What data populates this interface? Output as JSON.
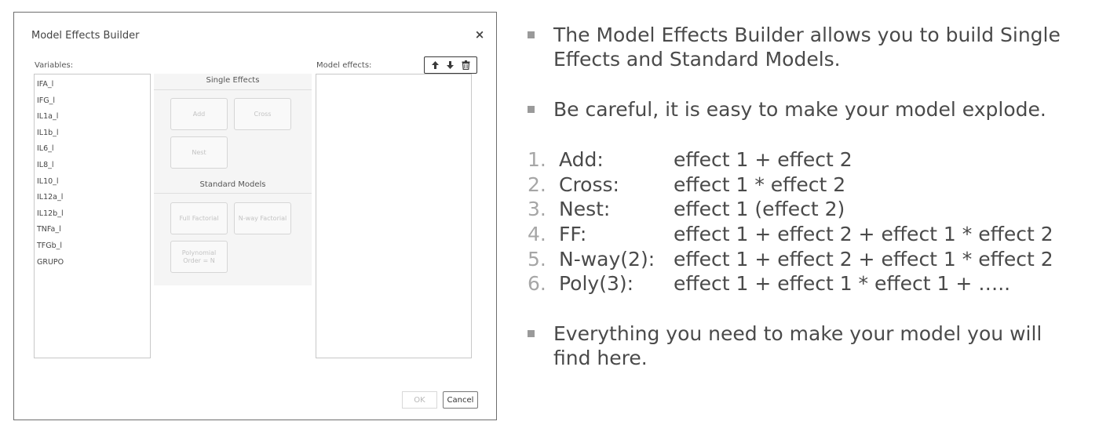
{
  "dialog": {
    "title": "Model Effects Builder",
    "close_glyph": "×",
    "variables_label": "Variables:",
    "model_effects_label": "Model effects:",
    "variables": [
      "IFA_l",
      "IFG_l",
      "IL1a_l",
      "IL1b_l",
      "IL6_l",
      "IL8_l",
      "IL10_l",
      "IL12a_l",
      "IL12b_l",
      "TNFa_l",
      "TFGb_l",
      "GRUPO"
    ],
    "single_effects": {
      "heading": "Single Effects",
      "add": "Add",
      "cross": "Cross",
      "nest": "Nest"
    },
    "standard_models": {
      "heading": "Standard Models",
      "full_factorial": "Full Factorial",
      "nway_factorial": "N-way Factorial",
      "polynomial_line1": "Polynomial",
      "polynomial_line2": "Order = N"
    },
    "toolbar_icons": [
      "arrow-up-icon",
      "arrow-down-icon",
      "trash-icon"
    ],
    "ok_label": "OK",
    "cancel_label": "Cancel"
  },
  "slide": {
    "bullet1": "The Model Effects Builder allows you to build Single Effects and Standard Models.",
    "bullet2": "Be careful, it is easy to make your model explode.",
    "items": [
      {
        "num": "1.",
        "label": "Add:",
        "formula": "effect 1 + effect 2"
      },
      {
        "num": "2.",
        "label": "Cross:",
        "formula": "effect 1 * effect 2"
      },
      {
        "num": "3.",
        "label": "Nest:",
        "formula": "effect 1 (effect 2)"
      },
      {
        "num": "4.",
        "label": "FF:",
        "formula": "effect 1 + effect 2 + effect 1 * effect 2"
      },
      {
        "num": "5.",
        "label": "N-way(2):",
        "formula": "effect 1 + effect 2 + effect 1 * effect 2"
      },
      {
        "num": "6.",
        "label": "Poly(3):",
        "formula": "effect 1 + effect 1 * effect 1 + ….."
      }
    ],
    "bullet3": "Everything you need to make your model you will find here."
  },
  "colors": {
    "text": "#4a4a4a",
    "muted_number": "#a6a6a6",
    "bullet": "#9a9a9a",
    "disabled_button_text": "#c3c3c3"
  }
}
